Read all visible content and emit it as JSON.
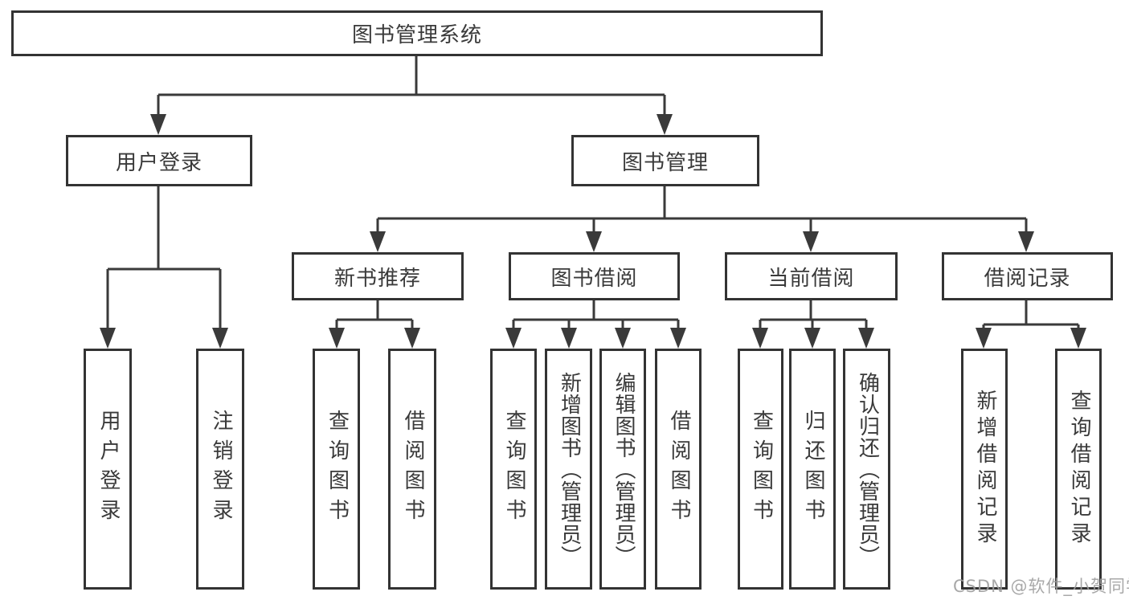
{
  "diagram": {
    "root": {
      "label": "图书管理系统"
    },
    "level2": [
      {
        "id": "user-login",
        "label": "用户登录"
      },
      {
        "id": "book-management",
        "label": "图书管理"
      }
    ],
    "level3": [
      {
        "id": "new-book-recommend",
        "label": "新书推荐"
      },
      {
        "id": "book-borrowing",
        "label": "图书借阅"
      },
      {
        "id": "current-borrowing",
        "label": "当前借阅"
      },
      {
        "id": "borrowing-records",
        "label": "借阅记录"
      }
    ],
    "leaves": [
      {
        "id": "user-login-leaf",
        "label": "用户登录"
      },
      {
        "id": "logout",
        "label": "注销登录"
      },
      {
        "id": "rec-query-books",
        "label": "查询图书"
      },
      {
        "id": "rec-borrow-books",
        "label": "借阅图书"
      },
      {
        "id": "borrow-query-books",
        "label": "查询图书"
      },
      {
        "id": "add-books-admin",
        "label": "新增图书（管理员）"
      },
      {
        "id": "edit-books-admin",
        "label": "编辑图书（管理员）"
      },
      {
        "id": "borrow-borrow-books",
        "label": "借阅图书"
      },
      {
        "id": "cur-query-books",
        "label": "查询图书"
      },
      {
        "id": "return-books",
        "label": "归还图书"
      },
      {
        "id": "confirm-return-admin",
        "label": "确认归还（管理员）"
      },
      {
        "id": "add-borrow-record",
        "label": "新增借阅记录"
      },
      {
        "id": "query-borrow-record",
        "label": "查询借阅记录"
      }
    ]
  },
  "watermark": {
    "text": "CSDN @软件_小贺同学"
  },
  "colors": {
    "line": "#3a3a3a",
    "border": "#333333",
    "text": "#3a3a3a",
    "watermark": "#9e9e9e",
    "background": "#ffffff"
  }
}
